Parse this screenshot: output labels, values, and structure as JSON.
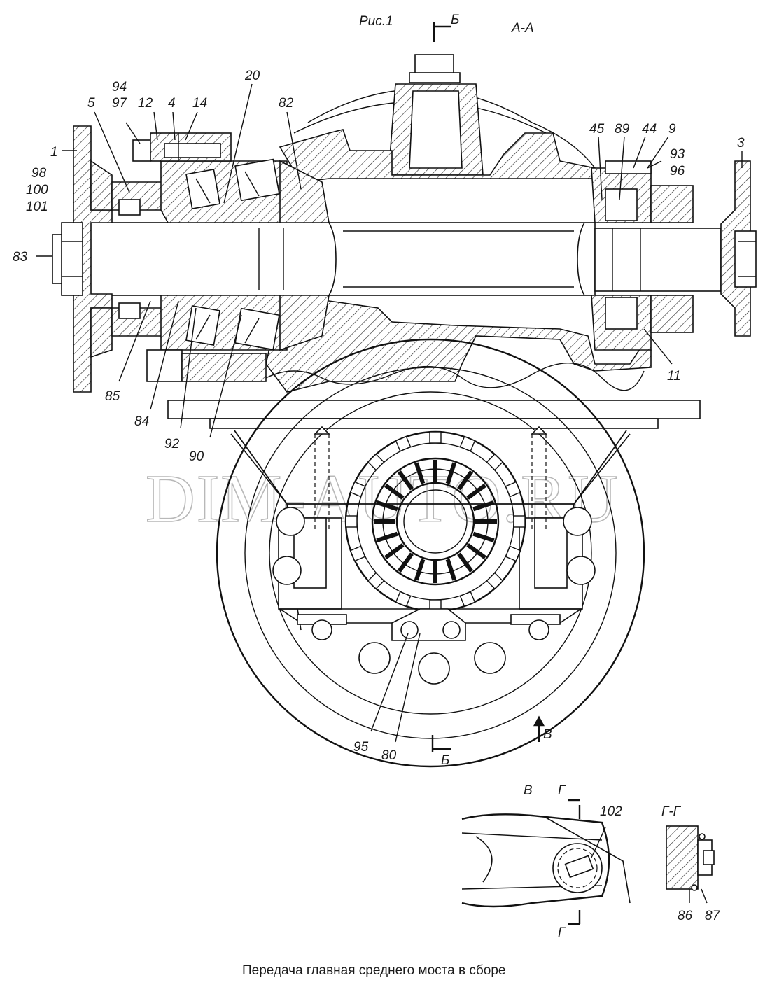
{
  "figure": {
    "title": "Рис.1",
    "section_aa": "А-А",
    "section_b_top": "Б",
    "section_b_bottom": "Б",
    "view_v_arrow": "В",
    "caption": "Передача главная среднего моста в сборе",
    "watermark": "DIM-AUTO.RU"
  },
  "callouts": {
    "c94": "94",
    "c97": "97",
    "c12": "12",
    "c4": "4",
    "c14": "14",
    "c5": "5",
    "c20": "20",
    "c82": "82",
    "c1": "1",
    "c98": "98",
    "c100": "100",
    "c101": "101",
    "c83": "83",
    "c85": "85",
    "c84": "84",
    "c92": "92",
    "c90": "90",
    "c45": "45",
    "c89": "89",
    "c44": "44",
    "c9": "9",
    "c93": "93",
    "c96": "96",
    "c3": "3",
    "c11": "11",
    "c95": "95",
    "c80": "80"
  },
  "detail_v": {
    "title": "В",
    "cut_top": "Г",
    "cut_bottom": "Г",
    "callout": "102"
  },
  "detail_gg": {
    "title": "Г-Г",
    "c86": "86",
    "c87": "87"
  }
}
